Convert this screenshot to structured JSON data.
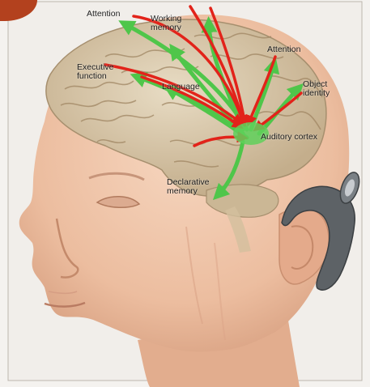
{
  "labels": {
    "attention_left": "Attention",
    "working_line1": "Working",
    "working_line2": "memory",
    "executive_line1": "Executive",
    "executive_line2": "function",
    "language": "Language",
    "attention_right": "Attention",
    "object_line1": "Object",
    "object_line2": "identity",
    "auditory": "Auditory cortex",
    "declarative_line1": "Declarative",
    "declarative_line2": "memory"
  },
  "colors": {
    "skin": "#efc3a6",
    "brain": "#d8c7a9",
    "bottom_up_arrow": "#4fc64a",
    "top_down_arrow": "#e2231a",
    "cochlear_implant": "#5d6266",
    "corner_badge": "#b3411e"
  },
  "icons": {
    "device": "cochlear-implant-icon"
  }
}
